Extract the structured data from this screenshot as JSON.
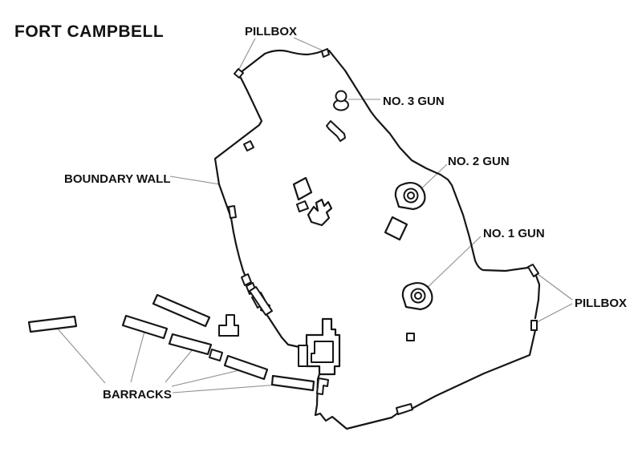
{
  "title": "FORT CAMPBELL",
  "map_type": "fort site plan",
  "colors": {
    "background": "#ffffff",
    "outline": "#161616",
    "leader_line": "#8f8f8f",
    "text": "#111111"
  },
  "labels": {
    "pillbox_top": "PILLBOX",
    "pillbox_right": "PILLBOX",
    "no3_gun": "NO. 3 GUN",
    "no2_gun": "NO. 2 GUN",
    "no1_gun": "NO. 1 GUN",
    "boundary_wall": "BOUNDARY WALL",
    "barracks": "BARRACKS"
  },
  "features": [
    {
      "name": "boundary-wall",
      "type": "perimeter wall outline"
    },
    {
      "name": "pillbox-northwest",
      "type": "pillbox on north wall"
    },
    {
      "name": "pillbox-north",
      "type": "pillbox on north wall"
    },
    {
      "name": "pillbox-east-upper",
      "type": "pillbox on east wall"
    },
    {
      "name": "pillbox-east-lower",
      "type": "pillbox on east wall"
    },
    {
      "name": "no3-gun-emplacement",
      "type": "gun emplacement"
    },
    {
      "name": "no2-gun-emplacement",
      "type": "gun emplacement with circular mount"
    },
    {
      "name": "no1-gun-emplacement",
      "type": "gun emplacement with circular mount"
    },
    {
      "name": "barracks-row",
      "type": "six barrack blocks"
    },
    {
      "name": "central-buildings",
      "type": "miscellaneous fort buildings"
    },
    {
      "name": "main-building-complex",
      "type": "stepped central complex"
    }
  ]
}
